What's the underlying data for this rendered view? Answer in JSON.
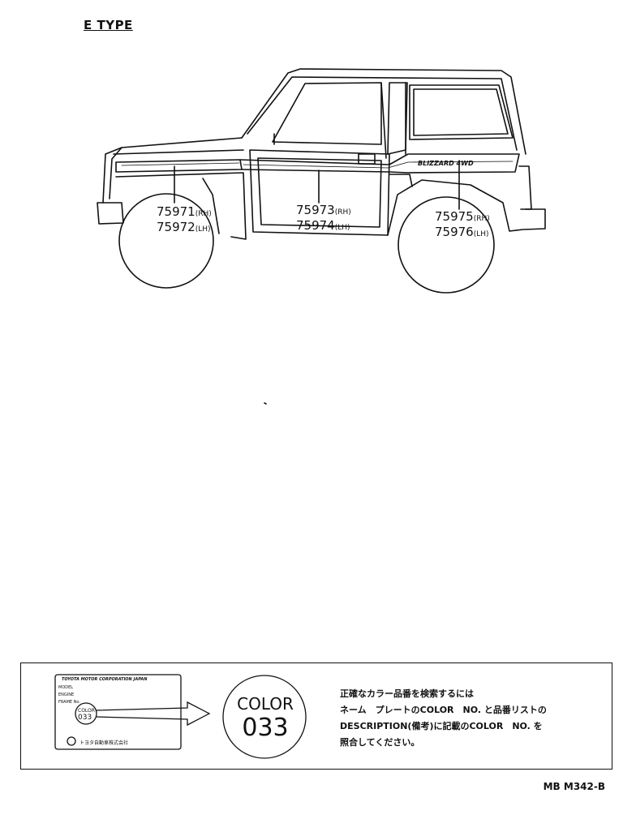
{
  "title": "E TYPE",
  "callouts": [
    {
      "top": "75971",
      "top_side": "(RH)",
      "bottom": "75972",
      "bottom_side": "(LH)"
    },
    {
      "top": "75973",
      "top_side": "(RH)",
      "bottom": "75974",
      "bottom_side": "(LH)"
    },
    {
      "top": "75975",
      "top_side": "(RH)",
      "bottom": "75976",
      "bottom_side": "(LH)"
    }
  ],
  "decal_text": "BLIZZARD 4WD",
  "name_plate": {
    "maker": "TOYOTA MOTOR CORPORATION JAPAN",
    "field_model": "MODEL",
    "field_engine": "ENGINE",
    "field_frame": "FRAME No.",
    "color_label": "COLOR",
    "color_value": "033",
    "maker_jp": "トヨタ自動車株式会社"
  },
  "color_badge": {
    "label": "COLOR",
    "value": "033"
  },
  "notes": [
    "正確なカラー品番を検索するには",
    "ネーム　プレートのCOLOR　NO. と品番リストの",
    "DESCRIPTION(備考)に記載のCOLOR　NO. を",
    "照合してください。"
  ],
  "footer_code": "MB M342-B"
}
